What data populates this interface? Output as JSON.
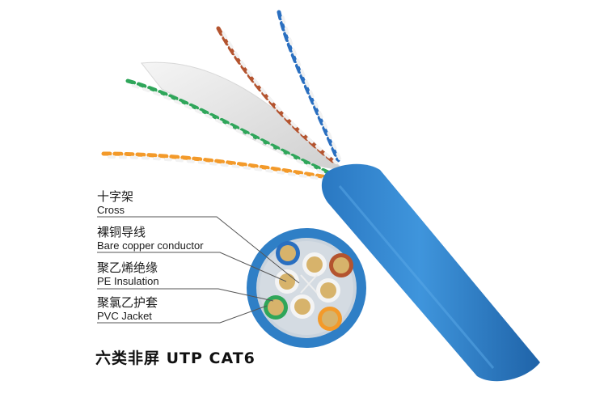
{
  "labels": [
    {
      "zh": "十字架",
      "en": "Cross"
    },
    {
      "zh": "裸铜导线",
      "en": "Bare copper conductor"
    },
    {
      "zh": "聚乙烯绝缘",
      "en": "PE Insulation"
    },
    {
      "zh": "聚氯乙护套",
      "en": "PVC Jacket"
    }
  ],
  "caption": "六类非屏 UTP CAT6",
  "colors": {
    "jacket": "#2f7fc6",
    "copper": "#d7b36b",
    "blue_pair": "#2a6fc0",
    "brown_pair": "#b4542f",
    "green_pair": "#2fa65a",
    "orange_pair": "#f39a2a"
  }
}
